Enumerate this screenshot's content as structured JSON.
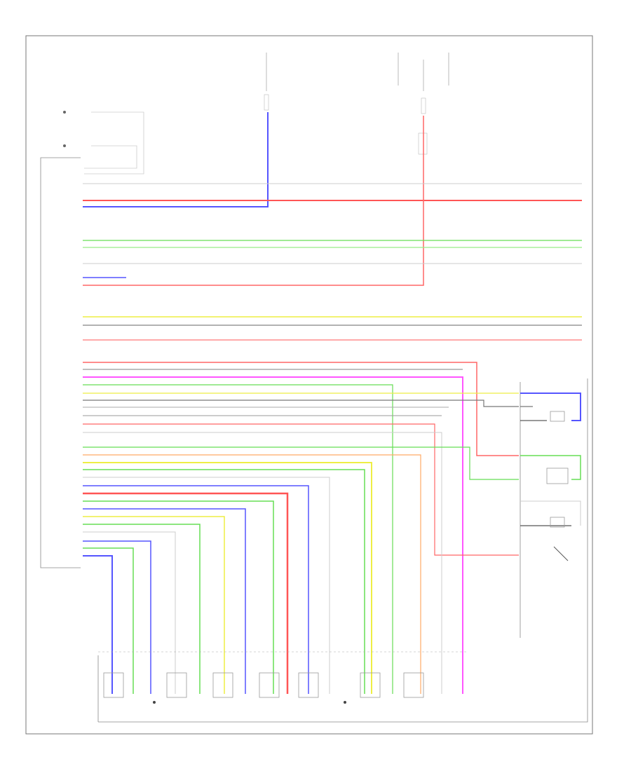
{
  "footer_code": "",
  "left_module_label": [
    "",
    ""
  ],
  "notes": {},
  "wire_colors": {
    "red": "#ff5555",
    "blue": "#5555ff",
    "green": "#66dd55",
    "yellow": "#eeee44",
    "pink": "#ff66ff",
    "gray": "#9a9a9a",
    "dark_gray": "#555555",
    "orange": "#ffaa66",
    "black": "#222222",
    "light_gray": "#cccccc"
  },
  "horizontal_wires": [
    {
      "color": "light_gray"
    },
    {
      "color": "red"
    },
    {
      "color": "blue"
    },
    {
      "color": "green"
    },
    {
      "color": "light_gray"
    },
    {
      "color": "light_gray"
    },
    {
      "color": "red"
    },
    {
      "color": "yellow"
    },
    {
      "color": "gray"
    },
    {
      "color": "pink"
    },
    {
      "color": "gray"
    },
    {
      "color": "pink"
    },
    {
      "color": "green"
    },
    {
      "color": "yellow"
    },
    {
      "color": "gray"
    },
    {
      "color": "red"
    },
    {
      "color": "green"
    },
    {
      "color": "yellow"
    },
    {
      "color": "blue"
    },
    {
      "color": "red"
    },
    {
      "color": "green"
    },
    {
      "color": "blue"
    },
    {
      "color": "green"
    },
    {
      "color": "blue"
    },
    {
      "color": "green"
    }
  ]
}
